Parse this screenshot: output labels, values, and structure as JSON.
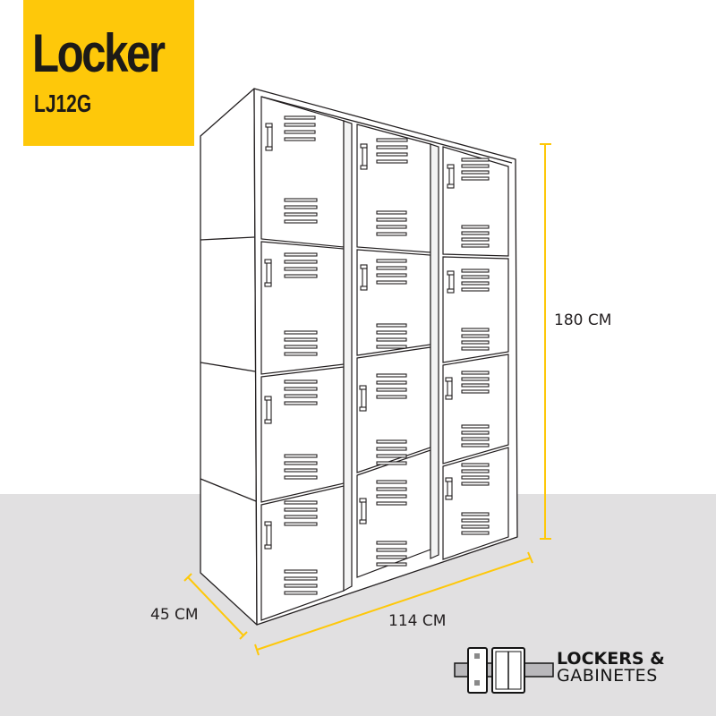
{
  "product": {
    "title": "Locker",
    "model": "LJ12G"
  },
  "dimensions": {
    "height": "180 CM",
    "width": "114 CM",
    "depth": "45 CM"
  },
  "brand": {
    "line1": "LOCKERS &",
    "line2": "GABINETES"
  },
  "illustration": {
    "subject": "12-door metal locker, 3 columns x 4 rows, with vents and handles",
    "columns": 3,
    "rows": 4
  },
  "colors": {
    "accent_yellow": "#fec80a",
    "floor_gray": "#e1e0e1",
    "line_dark": "#231f20"
  }
}
